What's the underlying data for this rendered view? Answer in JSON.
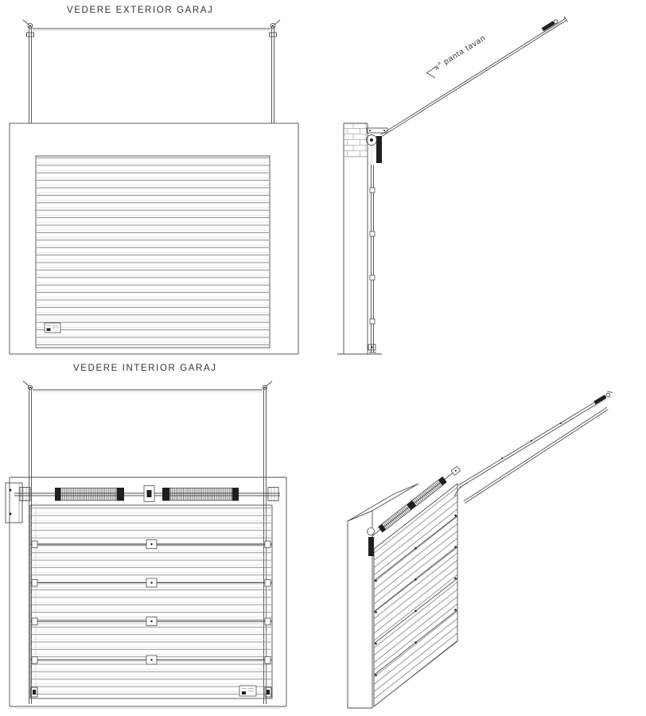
{
  "colors": {
    "line": "#4d4d4d",
    "dark": "#1f1f1f",
    "faint": "#bdbdbd",
    "text": "#343434",
    "background": "#ffffff"
  },
  "views": {
    "exterior": {
      "title": "VEDERE EXTERIOR GARAJ"
    },
    "interior": {
      "title": "VEDERE INTERIOR GARAJ"
    },
    "side": {
      "slope_label": "x° panta tavan"
    }
  }
}
